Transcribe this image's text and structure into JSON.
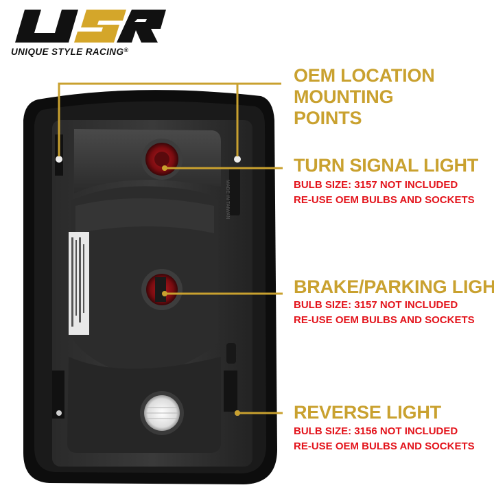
{
  "brand": {
    "logo_mark": "USR",
    "tagline": "UNIQUE STYLE RACING",
    "registered_mark": "®",
    "colors": {
      "logo_black": "#111111",
      "logo_gold": "#d4a62a"
    }
  },
  "callouts": {
    "mounting": {
      "title": "OEM LOCATION MOUNTING POINTS"
    },
    "turn": {
      "title": "TURN SIGNAL LIGHT",
      "bulb": "BULB SIZE: 3157 NOT INCLUDED",
      "reuse": "RE-USE OEM BULBS AND SOCKETS"
    },
    "brake": {
      "title": "BRAKE/PARKING LIGHT",
      "bulb": "BULB SIZE: 3157 NOT INCLUDED",
      "reuse": "RE-USE OEM BULBS AND SOCKETS"
    },
    "reverse": {
      "title": "REVERSE LIGHT",
      "bulb": "BULB SIZE: 3156 NOT INCLUDED",
      "reuse": "RE-USE OEM BULBS AND SOCKETS"
    }
  },
  "product_markings": {
    "housing_text": "MADE IN TAIWAN"
  },
  "colors": {
    "gold": "#c9a12f",
    "red_text": "#e3141c",
    "housing": "#1c1c1c",
    "gasket": "#0d0d0d"
  }
}
